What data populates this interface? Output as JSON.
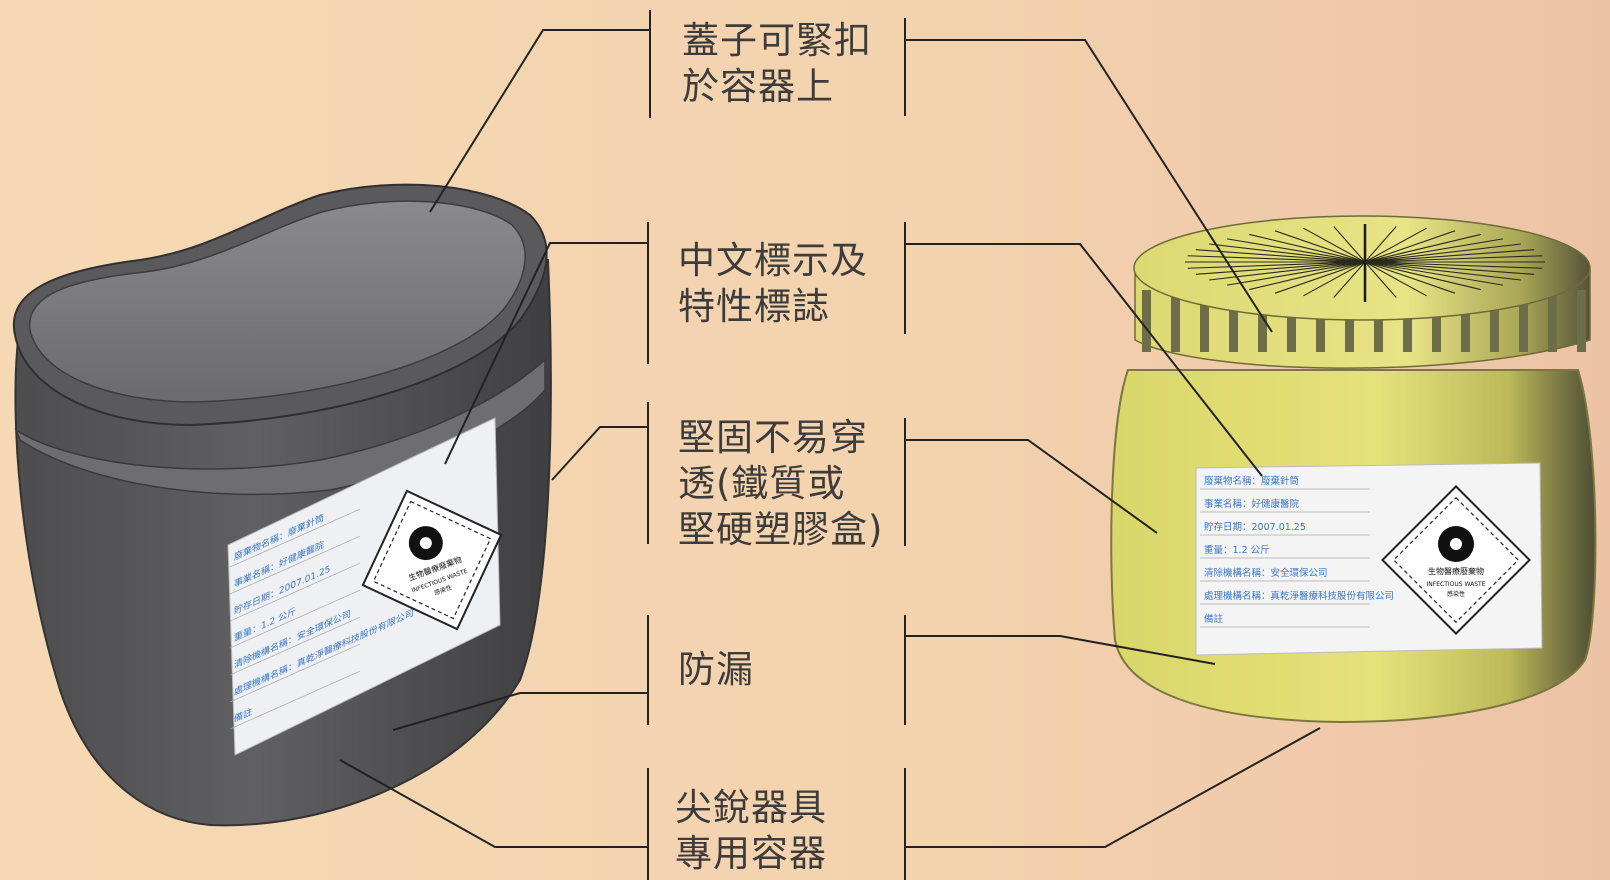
{
  "callouts": [
    {
      "id": "lid",
      "text": "蓋子可緊扣\n於容器上"
    },
    {
      "id": "label",
      "text": "中文標示及\n特性標誌"
    },
    {
      "id": "sturdy",
      "text": "堅固不易穿\n透(鐵質或\n堅硬塑膠盒)"
    },
    {
      "id": "leakproof",
      "text": "防漏"
    },
    {
      "id": "sharps",
      "text": "尖銳器具\n專用容器"
    }
  ],
  "left_container": {
    "color": "#5b5b5d",
    "label_rows": [
      "廢棄物名稱：廢棄針筒",
      "事業名稱：好健康醫院",
      "貯存日期：2007.01.25",
      "重量：1.2 公斤",
      "清除機構名稱：安全環保公司",
      "處理機構名稱：真乾淨醫療科技股份有限公司",
      "備註"
    ],
    "hazard_sign": [
      "生物醫療廢棄物",
      "INFECTIOUS WASTE",
      "感染性"
    ]
  },
  "right_container": {
    "color": "#e2de70",
    "label_rows": [
      "廢棄物名稱：廢棄針筒",
      "事業名稱：好健康醫院",
      "貯存日期：2007.01.25",
      "重量：1.2 公斤",
      "清除機構名稱：安全環保公司",
      "處理機構名稱：真乾淨醫療科技股份有限公司",
      "備註"
    ],
    "hazard_sign": [
      "生物醫療廢棄物",
      "INFECTIOUS WASTE",
      "感染性"
    ]
  }
}
